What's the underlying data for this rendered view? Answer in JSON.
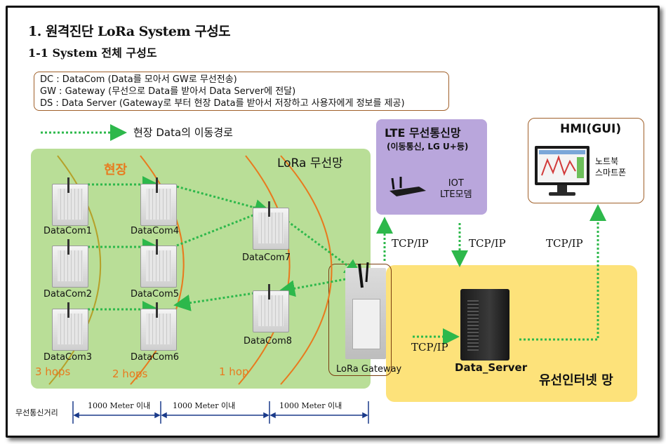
{
  "titles": {
    "main": "1. 원격진단 LoRa System 구성도",
    "sub": "1-1 System 전체 구성도"
  },
  "legend": {
    "dc": "DC : DataCom (Data를 모아서 GW로 무선전송)",
    "gw": "GW : Gateway (무선으로 Data를 받아서 Data Server에 전달)",
    "ds": "DS : Data Server (Gateway로 부터 현장 Data를 받아서 저장하고 사용자에게 정보를 제공)"
  },
  "route_label": "현장 Data의 이동경로",
  "lora": {
    "title": "LoRa 무선망",
    "site": "현장",
    "datacoms": [
      "DataCom1",
      "DataCom2",
      "DataCom3",
      "DataCom4",
      "DataCom5",
      "DataCom6",
      "DataCom7",
      "DataCom8"
    ],
    "hops": [
      "3 hops",
      "2 hops",
      "1 hop"
    ],
    "gateway": "LoRa Gateway"
  },
  "lte": {
    "title": "LTE 무선통신망",
    "subtitle": "(이동통신, LG U+등)",
    "iot1": "IOT",
    "iot2": "LTE모뎀"
  },
  "hmi": {
    "title": "HMI(GUI)",
    "line1": "노트북",
    "line2": "스마트폰"
  },
  "tcp": [
    "TCP/IP",
    "TCP/IP",
    "TCP/IP",
    "TCP/IP"
  ],
  "server": "Data_Server",
  "wired": "유선인터넷 망",
  "distance": {
    "title": "무선통신거리",
    "labels": [
      "1000 Meter 이내",
      "1000 Meter 이내",
      "1000 Meter 이내"
    ]
  },
  "colors": {
    "arrow": "#2db84b",
    "site": "#e87a1e",
    "lora_area": "#b5dc91",
    "wired_area": "#fde27a",
    "lte_area": "#b9a6dc",
    "box_border": "#a0602a"
  }
}
